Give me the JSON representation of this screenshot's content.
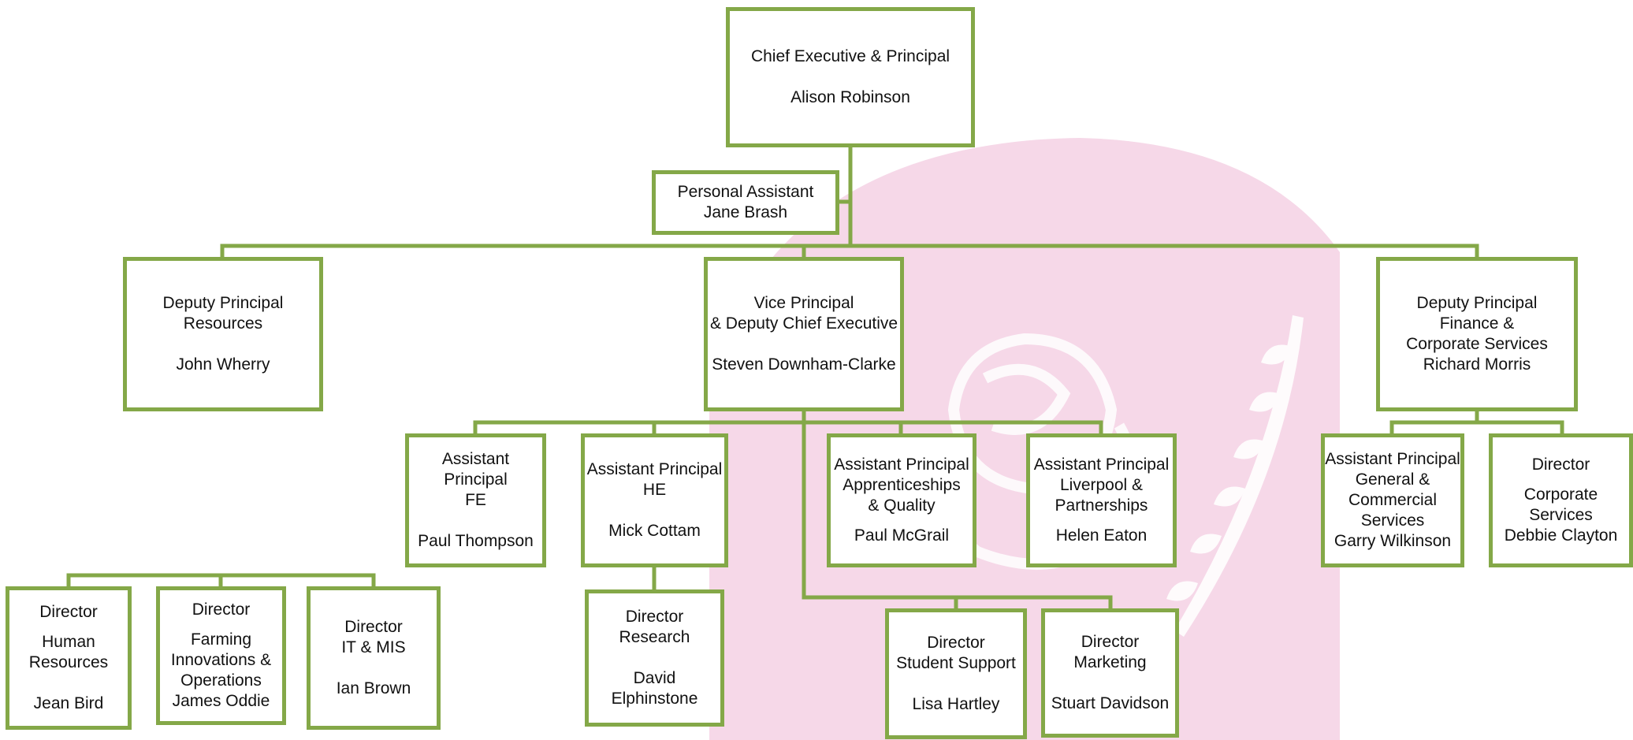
{
  "colors": {
    "border": "#84a848",
    "connector": "#84a848",
    "emblem": "#f6d8e8",
    "emblem_light": "#ffffff"
  },
  "nodes": {
    "ceo": {
      "title": "Chief Executive & Principal",
      "name": "Alison Robinson"
    },
    "pa": {
      "title": "Personal Assistant",
      "name": "Jane Brash"
    },
    "dp_resources": {
      "title_1": "Deputy Principal",
      "title_2": "Resources",
      "name": "John Wherry"
    },
    "vp": {
      "title_1": "Vice Principal",
      "title_2": "& Deputy Chief Executive",
      "name": "Steven Downham-Clarke"
    },
    "dp_finance": {
      "title_1": "Deputy Principal",
      "title_2": "Finance &",
      "title_3": "Corporate Services",
      "name": "Richard Morris"
    },
    "ap_fe": {
      "title_1": "Assistant",
      "title_2": "Principal",
      "title_3": "FE",
      "name": "Paul Thompson"
    },
    "ap_he": {
      "title_1": "Assistant Principal",
      "title_2": "HE",
      "name": "Mick Cottam"
    },
    "ap_apprenticeships": {
      "title_1": "Assistant Principal",
      "title_2": "Apprenticeships",
      "title_3": "& Quality",
      "name": "Paul McGrail"
    },
    "ap_liverpool": {
      "title_1": "Assistant Principal",
      "title_2": "Liverpool &",
      "title_3": "Partnerships",
      "name": "Helen Eaton"
    },
    "ap_general": {
      "title_1": "Assistant Principal",
      "title_2": "General &",
      "title_3": "Commercial",
      "title_4": "Services",
      "name": "Garry Wilkinson"
    },
    "dir_corporate": {
      "title_1": "Director",
      "title_2": "Corporate",
      "title_3": "Services",
      "name": "Debbie Clayton"
    },
    "dir_hr": {
      "title_1": "Director",
      "title_2": "Human",
      "title_3": "Resources",
      "name": "Jean Bird"
    },
    "dir_farming": {
      "title_1": "Director",
      "title_2": "Farming",
      "title_3": "Innovations &",
      "title_4": "Operations",
      "name": "James Oddie"
    },
    "dir_it": {
      "title_1": "Director",
      "title_2": "IT & MIS",
      "name": "Ian Brown"
    },
    "dir_research": {
      "title_1": "Director",
      "title_2": "Research",
      "name_1": "David",
      "name_2": "Elphinstone"
    },
    "dir_student": {
      "title_1": "Director",
      "title_2": "Student Support",
      "name": "Lisa Hartley"
    },
    "dir_marketing": {
      "title_1": "Director",
      "title_2": "Marketing",
      "name": "Stuart Davidson"
    }
  }
}
